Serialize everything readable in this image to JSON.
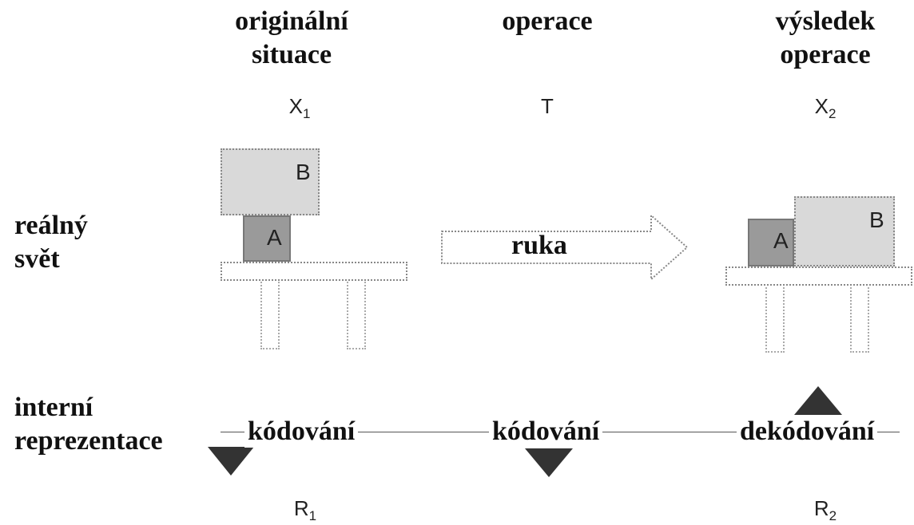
{
  "headers": {
    "original": [
      "originální",
      "situace"
    ],
    "operation": [
      "operace"
    ],
    "result": [
      "výsledek",
      "operace"
    ]
  },
  "symbols": {
    "x1": {
      "base": "X",
      "sub": "1"
    },
    "t": "T",
    "x2": {
      "base": "X",
      "sub": "2"
    },
    "r1": {
      "base": "R",
      "sub": "1"
    },
    "r2": {
      "base": "R",
      "sub": "2"
    }
  },
  "rows": {
    "real_world": [
      "reálný",
      "svět"
    ],
    "internal_representation": [
      "interní",
      "reprezentace"
    ]
  },
  "blocks": {
    "a": "A",
    "b": "B"
  },
  "arrow_label": "ruka",
  "encoding": {
    "left": "kódování",
    "middle": "kódování",
    "right": "dekódování"
  },
  "colors": {
    "block_a": "#9a9a9a",
    "block_b": "#d9d9d9",
    "triangle": "#333333"
  }
}
